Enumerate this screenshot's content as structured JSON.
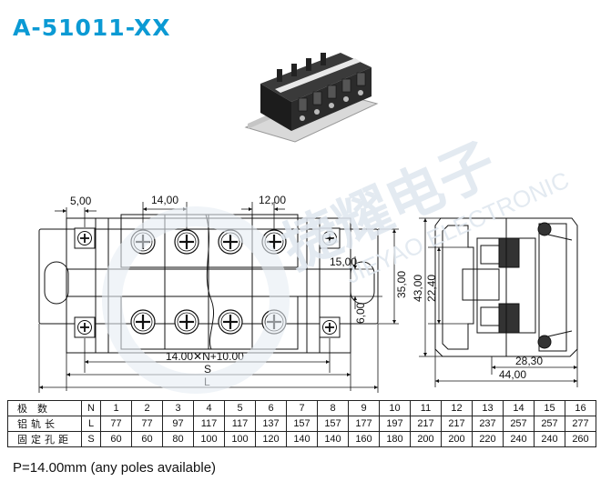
{
  "title": "A-51011-XX",
  "watermark": {
    "brand": "捷耀电子",
    "text": "JIEYAO ELECTRONIC"
  },
  "dimensions": {
    "d_5": "5,00",
    "d_14": "14,00",
    "d_12": "12,00",
    "d_15": "15,00",
    "d_6": "6,00",
    "d_35": "35,00",
    "d_43": "43,00",
    "d_22": "22,40",
    "d_28": "28,30",
    "d_44": "44,00",
    "d_pitch_formula": "14.00✕N+10.00",
    "label_s": "S",
    "label_l": "L"
  },
  "table": {
    "rows": [
      {
        "label": "极 数",
        "key": "N",
        "values": [
          "1",
          "2",
          "3",
          "4",
          "5",
          "6",
          "7",
          "8",
          "9",
          "10",
          "11",
          "12",
          "13",
          "14",
          "15",
          "16"
        ]
      },
      {
        "label": "铝轨长",
        "key": "L",
        "values": [
          "77",
          "77",
          "97",
          "117",
          "117",
          "137",
          "157",
          "157",
          "177",
          "197",
          "217",
          "217",
          "237",
          "257",
          "257",
          "277"
        ]
      },
      {
        "label": "固定孔距",
        "key": "S",
        "values": [
          "60",
          "60",
          "80",
          "100",
          "100",
          "120",
          "140",
          "140",
          "160",
          "180",
          "200",
          "200",
          "220",
          "240",
          "240",
          "260"
        ]
      }
    ]
  },
  "footnote": "P=14.00mm (any poles available)",
  "colors": {
    "title": "#0b9ad4",
    "watermark": "#dfe7ef"
  }
}
